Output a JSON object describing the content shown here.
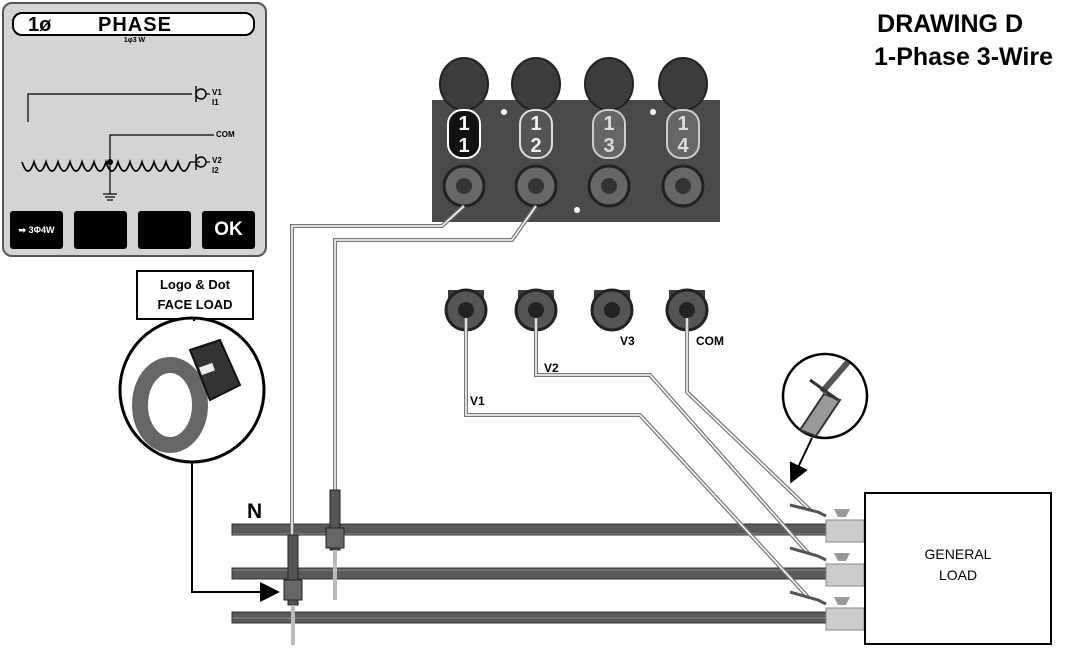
{
  "title": {
    "line1": "DRAWING D",
    "line2": "1-Phase 3-Wire"
  },
  "meter": {
    "phase_symbol": "1ø",
    "mode": "PHASE",
    "subtitle": "1φ3 W",
    "labels": {
      "v1": "V1",
      "i1": "I1",
      "com": "COM",
      "v2": "V2",
      "i2": "I2"
    },
    "softkeys": [
      "➡ 3Φ4W",
      "",
      "",
      "OK"
    ]
  },
  "note": {
    "line1": "Logo & Dot",
    "line2": "FACE LOAD"
  },
  "current_jacks": [
    "1",
    "2",
    "3",
    "4"
  ],
  "voltage_jacks": {
    "v1": "V1",
    "v2": "V2",
    "v3": "V3",
    "com": "COM"
  },
  "neutral_label": "N",
  "load": {
    "line1": "GENERAL",
    "line2": "LOAD"
  },
  "colors": {
    "panel": "#4a4a4a",
    "jack_cap": "#3c3c3c",
    "bus_bar": "#5a5a5a",
    "wire": "#777777",
    "meter_bg": "#d4d4d4"
  }
}
